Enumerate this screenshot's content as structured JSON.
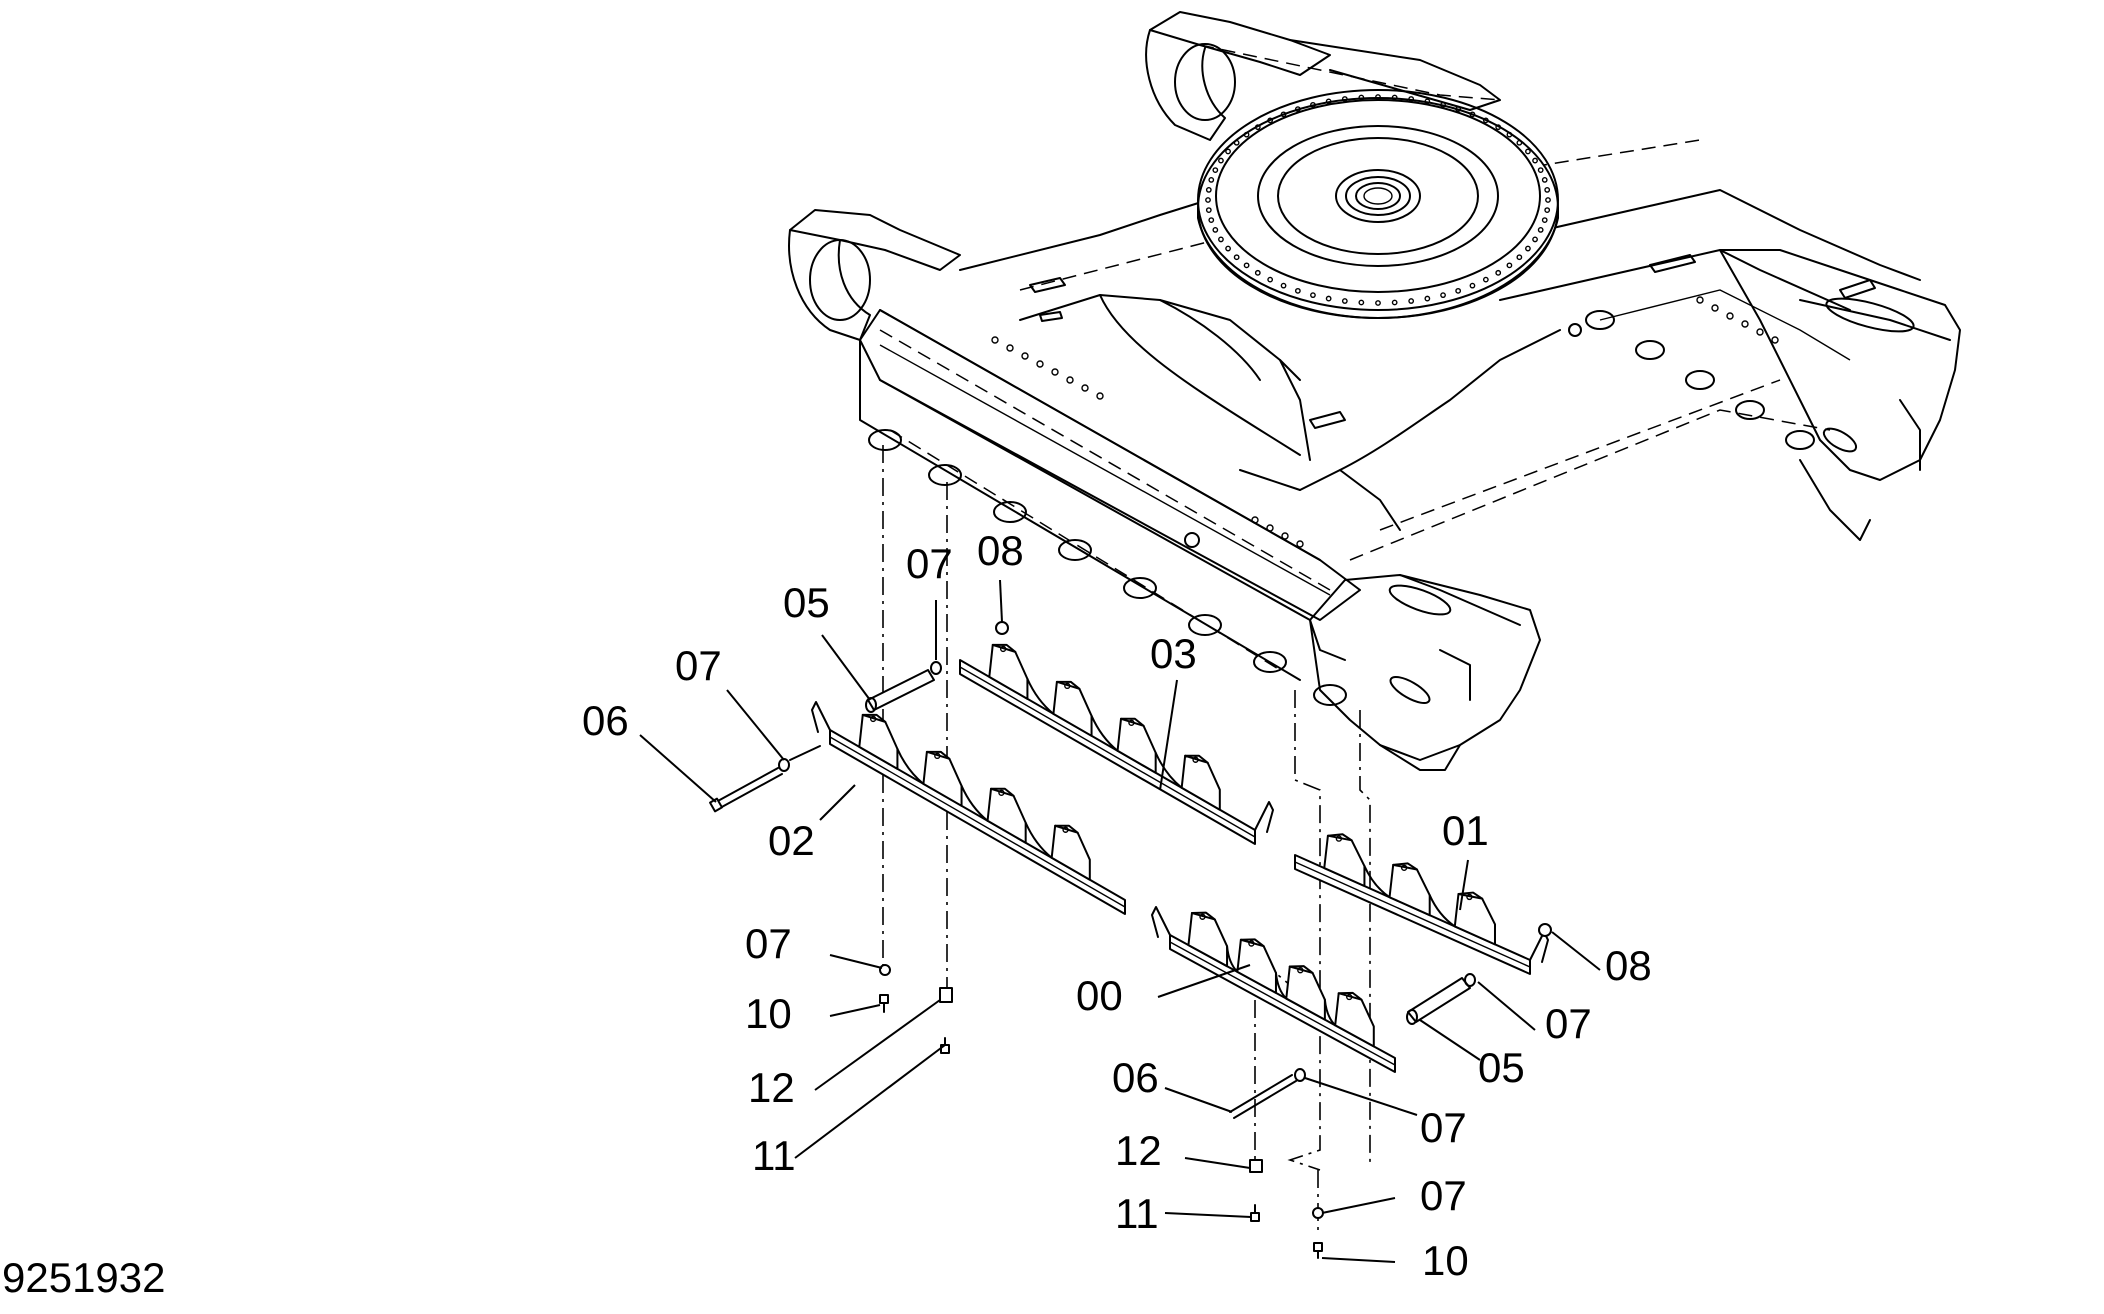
{
  "drawing_number": "9251932",
  "callouts": [
    {
      "id": "c-08-top",
      "text": "08"
    },
    {
      "id": "c-07-top",
      "text": "07"
    },
    {
      "id": "c-05-left",
      "text": "05"
    },
    {
      "id": "c-03",
      "text": "03"
    },
    {
      "id": "c-07-left",
      "text": "07"
    },
    {
      "id": "c-06-left",
      "text": "06"
    },
    {
      "id": "c-02",
      "text": "02"
    },
    {
      "id": "c-01",
      "text": "01"
    },
    {
      "id": "c-07-mid-left",
      "text": "07"
    },
    {
      "id": "c-08-right",
      "text": "08"
    },
    {
      "id": "c-10-left",
      "text": "10"
    },
    {
      "id": "c-00",
      "text": "00"
    },
    {
      "id": "c-07-right",
      "text": "07"
    },
    {
      "id": "c-12-left",
      "text": "12"
    },
    {
      "id": "c-05-right",
      "text": "05"
    },
    {
      "id": "c-06-right",
      "text": "06"
    },
    {
      "id": "c-11-left",
      "text": "11"
    },
    {
      "id": "c-07-lower-right",
      "text": "07"
    },
    {
      "id": "c-12-right",
      "text": "12"
    },
    {
      "id": "c-07-bottom-right",
      "text": "07"
    },
    {
      "id": "c-11-right",
      "text": "11"
    },
    {
      "id": "c-10-right",
      "text": "10"
    }
  ]
}
